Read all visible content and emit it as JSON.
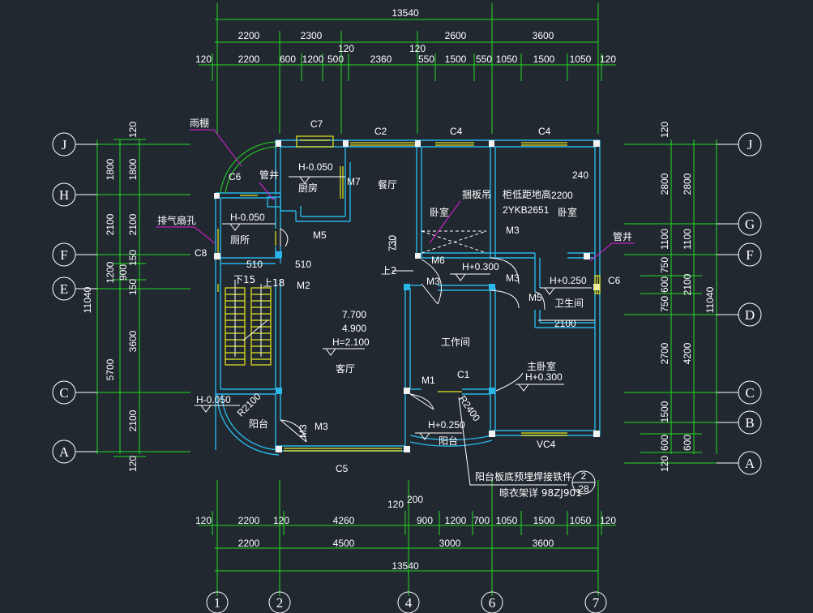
{
  "top_dims": {
    "total": "13540",
    "row1": [
      "2200",
      "2300",
      "2600",
      "3600"
    ],
    "row2": [
      "120",
      "2200",
      "600",
      "1200",
      "500",
      "2360",
      "550",
      "1500",
      "550",
      "1050",
      "1500",
      "1050",
      "120"
    ],
    "small": [
      "120",
      "120"
    ]
  },
  "bottom_dims": {
    "row1": [
      "120",
      "2200",
      "120",
      "4260",
      "120",
      "900",
      "1200",
      "700",
      "1050",
      "1500",
      "1050",
      "120"
    ],
    "small": "200",
    "row2": [
      "2200",
      "4500",
      "3000",
      "3600"
    ],
    "total": "13540"
  },
  "left_dims": {
    "outer": [
      "120",
      "1800",
      "2100",
      "1200",
      "900",
      "150",
      "3600",
      "2100",
      "120"
    ],
    "inner": [
      "1800",
      "2100",
      "150",
      "150"
    ],
    "total": "11040",
    "left2": "5700"
  },
  "right_dims": {
    "outer": [
      "120",
      "2800",
      "1100",
      "750",
      "600",
      "750",
      "2700",
      "1500",
      "600",
      "120"
    ],
    "inner": [
      "2800",
      "1100",
      "2100",
      "4200",
      "600"
    ],
    "total": "11040"
  },
  "axes": {
    "rows_left": [
      "J",
      "H",
      "F",
      "E",
      "C",
      "A"
    ],
    "rows_right": [
      "J",
      "G",
      "F",
      "D",
      "C",
      "B",
      "A"
    ],
    "cols": [
      "1",
      "2",
      "4",
      "6",
      "7"
    ]
  },
  "rooms": {
    "kitchen": "厨房",
    "dining": "餐厅",
    "toilet": "厕所",
    "bedroom1": "卧室",
    "bedroom2": "卧室",
    "living": "客厅",
    "study": "工作间",
    "master": "主卧室",
    "bath": "卫生间",
    "balcony1": "阳台",
    "balcony2": "阳台"
  },
  "levels": {
    "kitchen": "H-0.050",
    "toilet": "H-0.050",
    "bedroom": "H+0.300",
    "bath": "H+0.250",
    "master": "H+0.300",
    "balcony_l": "H-0.050",
    "balcony_r": "H+0.250",
    "living1": "7.700",
    "living2": "4.900",
    "living3": "H=2.100"
  },
  "tags": {
    "C7": "C7",
    "C2": "C2",
    "C4a": "C4",
    "C4b": "C4",
    "C6a": "C6",
    "C6b": "C6",
    "C8": "C8",
    "C1": "C1",
    "C5": "C5",
    "VC4": "VC4",
    "M7": "M7",
    "M5a": "M5",
    "M5b": "M5",
    "M6": "M6",
    "M3a": "M3",
    "M3b": "M3",
    "M3c": "M3",
    "M3d": "M3",
    "M3e": "M3",
    "M2": "M2",
    "M1": "M1",
    "T15": "下15",
    "T18": "上18",
    "up2": "上2"
  },
  "notes": {
    "canopy": "雨棚",
    "pipe1": "管井",
    "pipe2": "管井",
    "fan": "排气扇孔",
    "steel": "捆板吊",
    "cabinet": "柜低距地高",
    "cab_h": "2200",
    "ykb": "2YKB2651",
    "d240": "240",
    "d730": "730",
    "d510a": "510",
    "d510b": "510",
    "d2100": "2100",
    "r2100": "R2100",
    "r2400": "R2400",
    "balcony_note": "阳台板底预埋焊接铁件",
    "rack_note": "晾衣架详 98ZJ901",
    "detail_num": "2",
    "detail_sheet": "28"
  }
}
